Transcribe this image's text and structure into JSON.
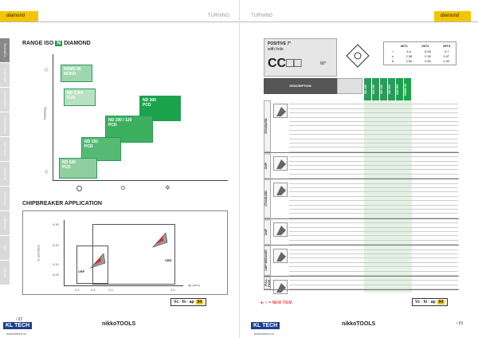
{
  "left_page": {
    "tag": "diamond",
    "section": "TURNING",
    "range_title": "RANGE ISO",
    "iso_letter": "N",
    "range_subtitle": "DIAMOND",
    "y_axis_label": "Finishing",
    "boxes": [
      {
        "label": "NDMS 90\nMONO",
        "color": "#9fd6ae"
      },
      {
        "label": "ND C300\nCVD",
        "color": "#b7e1c1"
      },
      {
        "label": "ND 300\nPCD",
        "color": "#1aa34a"
      },
      {
        "label": "ND 100 / 120\nPCD",
        "color": "#3db05f"
      },
      {
        "label": "ND 150\nPCD",
        "color": "#56ba73"
      },
      {
        "label": "ND 100\nPCD",
        "color": "#8fcf9f"
      }
    ],
    "chipbreaker_title": "CHIPBREAKER APPLICATION",
    "cb_y_label": "fz (mm/rev)",
    "cb_x_label": "ap (mm)",
    "cb_y_ticks": [
      "0.30",
      "0.20",
      "0.10",
      "0.05"
    ],
    "cb_x_ticks": [
      "0.2",
      "0.5",
      "1.0",
      "3.0"
    ],
    "cb_labels": [
      "CRF",
      "CBS"
    ],
    "page_number": "/ 82",
    "kl_logo": "KL TECH",
    "website": "www.kltech.cz",
    "nikko": "nikkoTOOLS",
    "vc_label": "Vc · fn · ap",
    "vc_page": "84"
  },
  "right_page": {
    "section": "TURNING",
    "tag": "diamond",
    "product_title": "POSITIVE 7°",
    "product_sub": "with hole",
    "product_code": "CC□□",
    "angle": "80°",
    "dims_headers": [
      "06T1",
      "06T2",
      "09T3"
    ],
    "dims_rows": [
      [
        "l",
        "6.4",
        "6.35",
        "9.7"
      ],
      [
        "s",
        "2.38",
        "2.38",
        "3.97"
      ],
      [
        "d",
        "2.80",
        "2.80",
        "4.40"
      ]
    ],
    "description_header": "DESCRIPTION",
    "grade_headers": [
      "ND 100",
      "ND 150",
      "ND 120",
      "ND 300",
      "NDC300",
      "NDMS 90"
    ],
    "groups": [
      {
        "name": "STANDARD",
        "rows": 12
      },
      {
        "name": "CHIP",
        "rows": 6
      },
      {
        "name": "STANDARD",
        "rows": 9
      },
      {
        "name": "CHIP",
        "rows": 6
      },
      {
        "name": "CHIP BREAKER",
        "rows": 7
      },
      {
        "name": "FULL FACE",
        "rows": 3
      }
    ],
    "new_item_note": "●, ○ = NEW ITEM",
    "page_number": "/ 83",
    "kl_logo": "KL TECH",
    "website": "www.kltech.cz",
    "nikko": "nikkoTOOLS",
    "vc_label": "Vc · fn · ap",
    "vc_page": "84"
  }
}
